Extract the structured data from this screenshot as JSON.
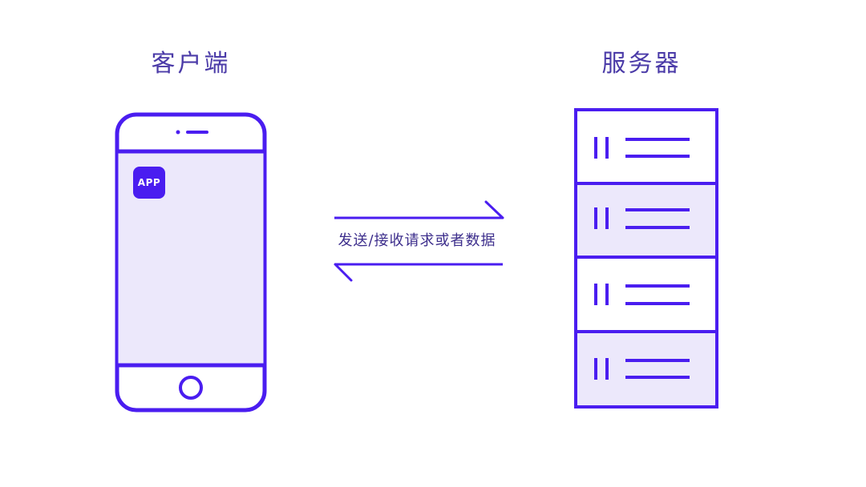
{
  "client": {
    "heading": "客户端",
    "app_icon_label": "APP"
  },
  "server": {
    "heading": "服务器",
    "rack_units": 4
  },
  "connection": {
    "label": "发送/接收请求或者数据"
  },
  "colors": {
    "stroke": "#4a1df0",
    "fill_light": "#ece8fb",
    "heading_text": "#4b3ba8",
    "label_text": "#3d2e8c"
  }
}
